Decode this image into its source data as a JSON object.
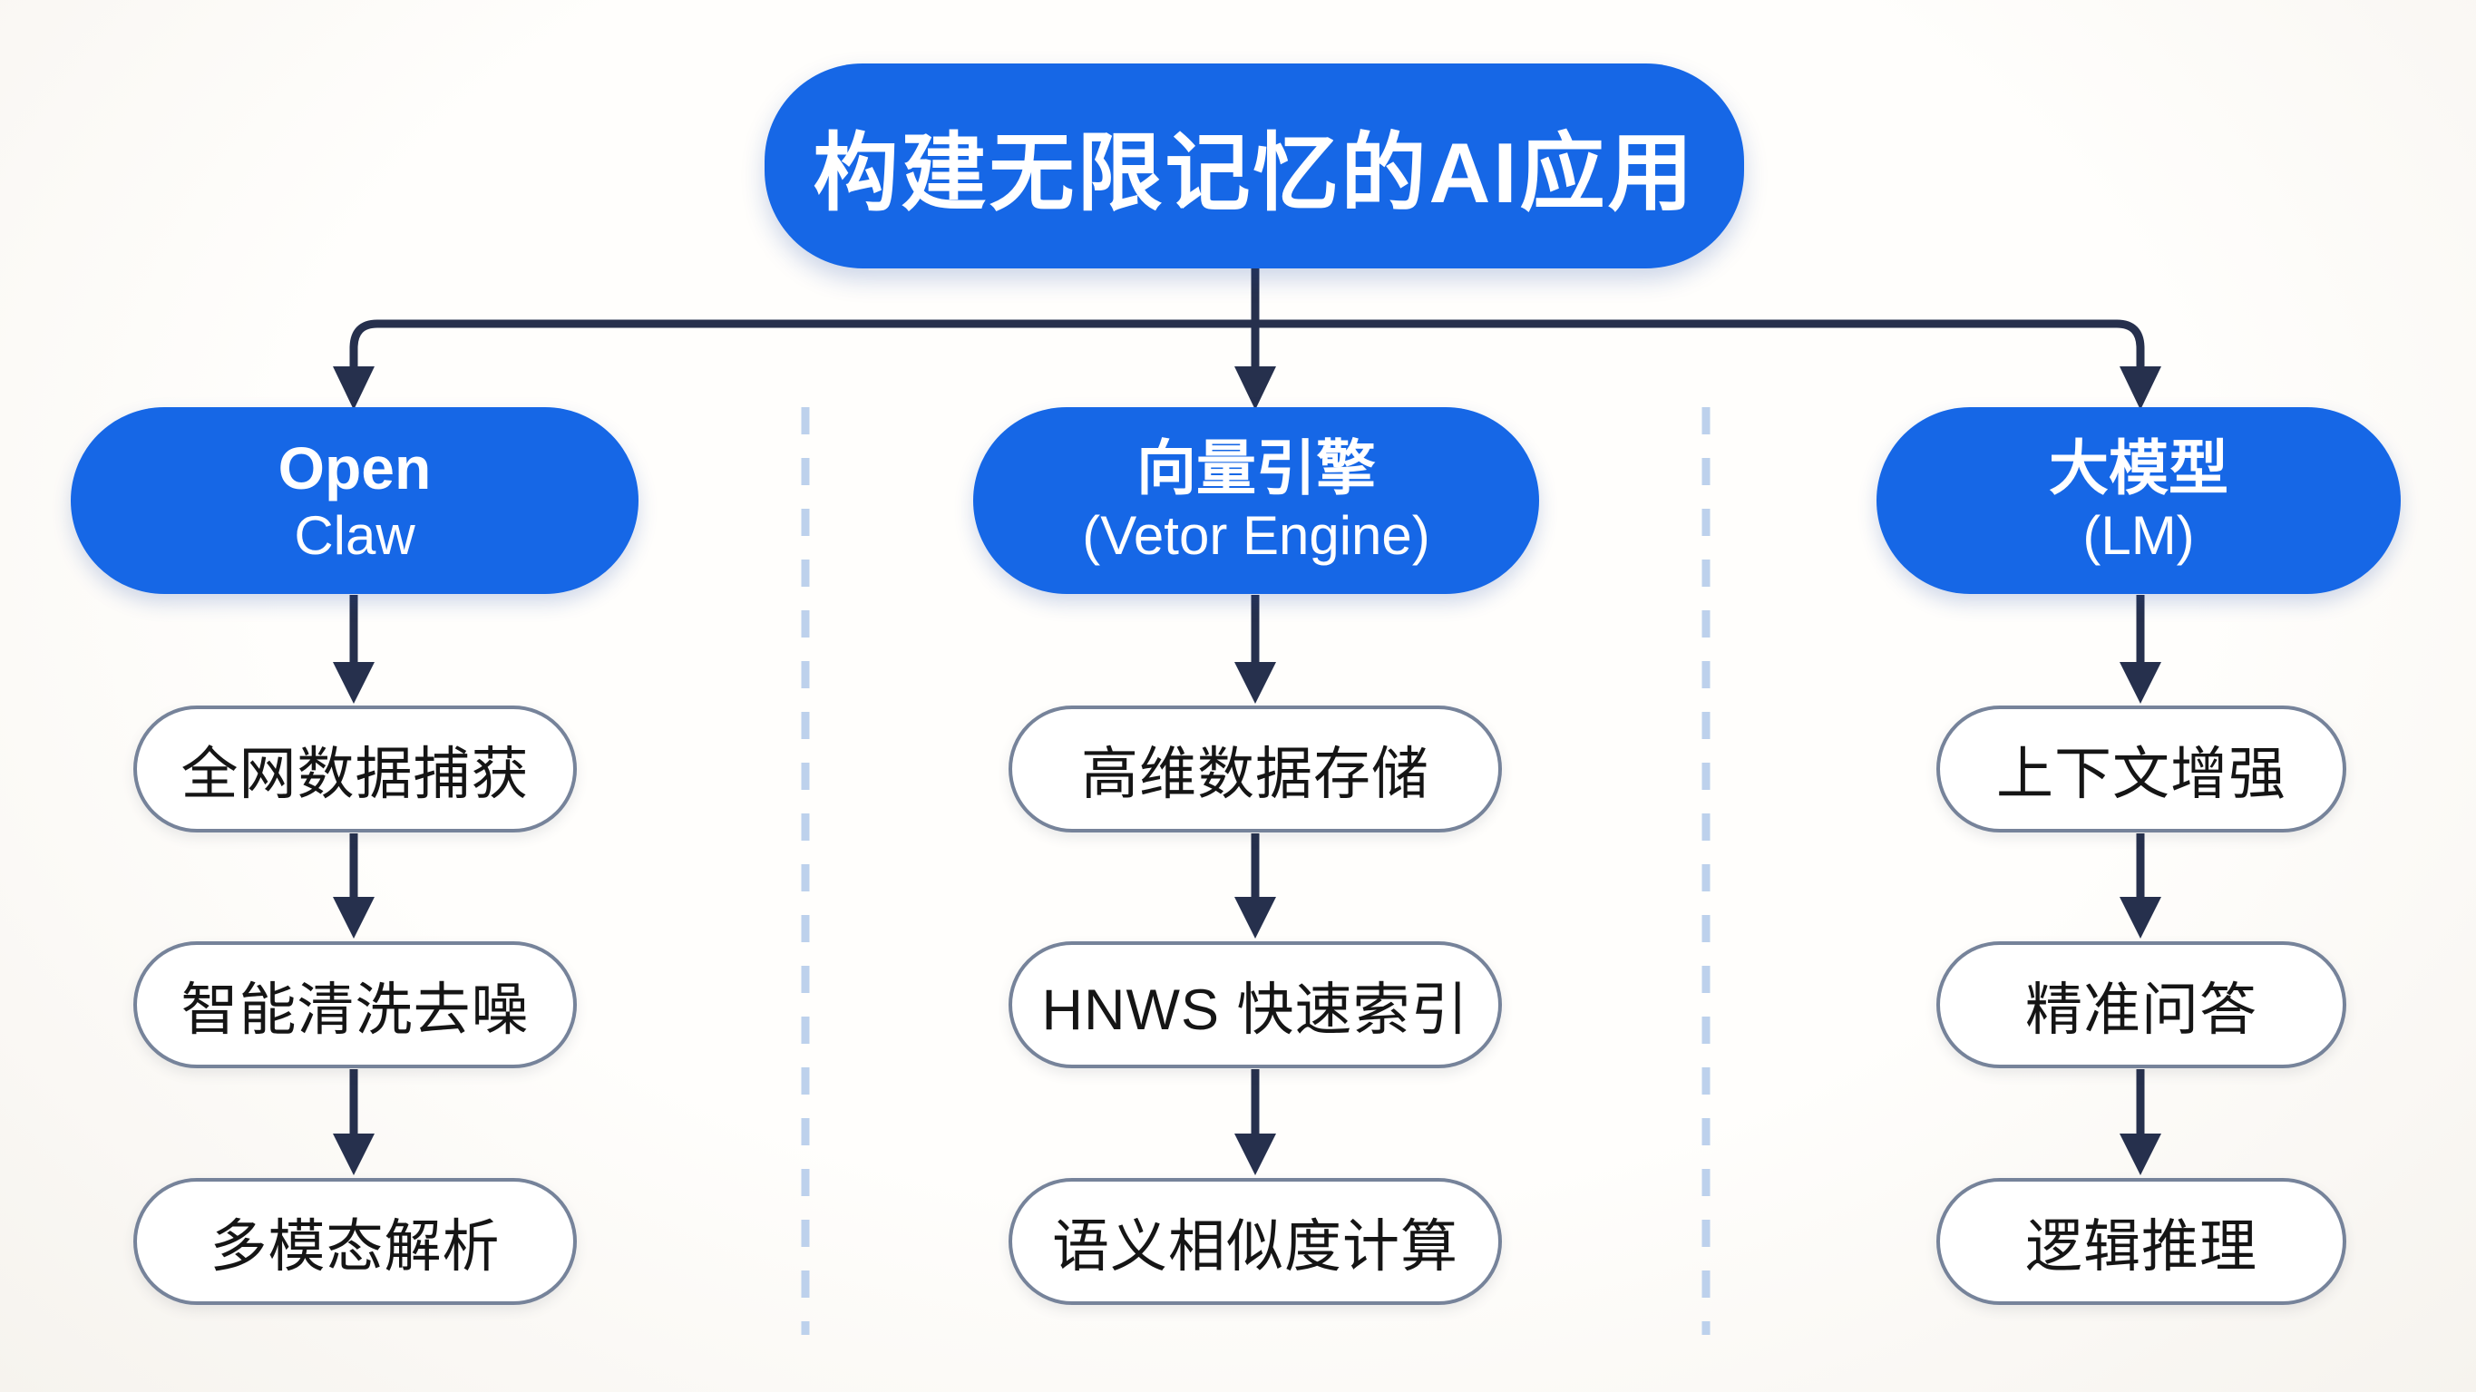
{
  "title": {
    "label": "构建无限记忆的AI应用"
  },
  "columns": [
    {
      "header": {
        "line1": "Open",
        "line2": "Claw"
      },
      "items": [
        "全网数据捕获",
        "智能清洗去噪",
        "多模态解析"
      ]
    },
    {
      "header": {
        "line1": "向量引擎",
        "line2": "(Vetor Engine)"
      },
      "items": [
        "高维数据存储",
        "HNWS 快速索引",
        "语义相似度计算"
      ]
    },
    {
      "header": {
        "line1": "大模型",
        "line2": "(LM)"
      },
      "items": [
        "上下文增强",
        "精准问答",
        "逻辑推理"
      ]
    }
  ],
  "colors": {
    "primary_blue": "#1667e6",
    "arrow_navy": "#26304d",
    "pill_border": "#76839a",
    "dashed_divider": "#bdd1ec",
    "text_dark": "#151515",
    "background": "#fbf9f5"
  }
}
